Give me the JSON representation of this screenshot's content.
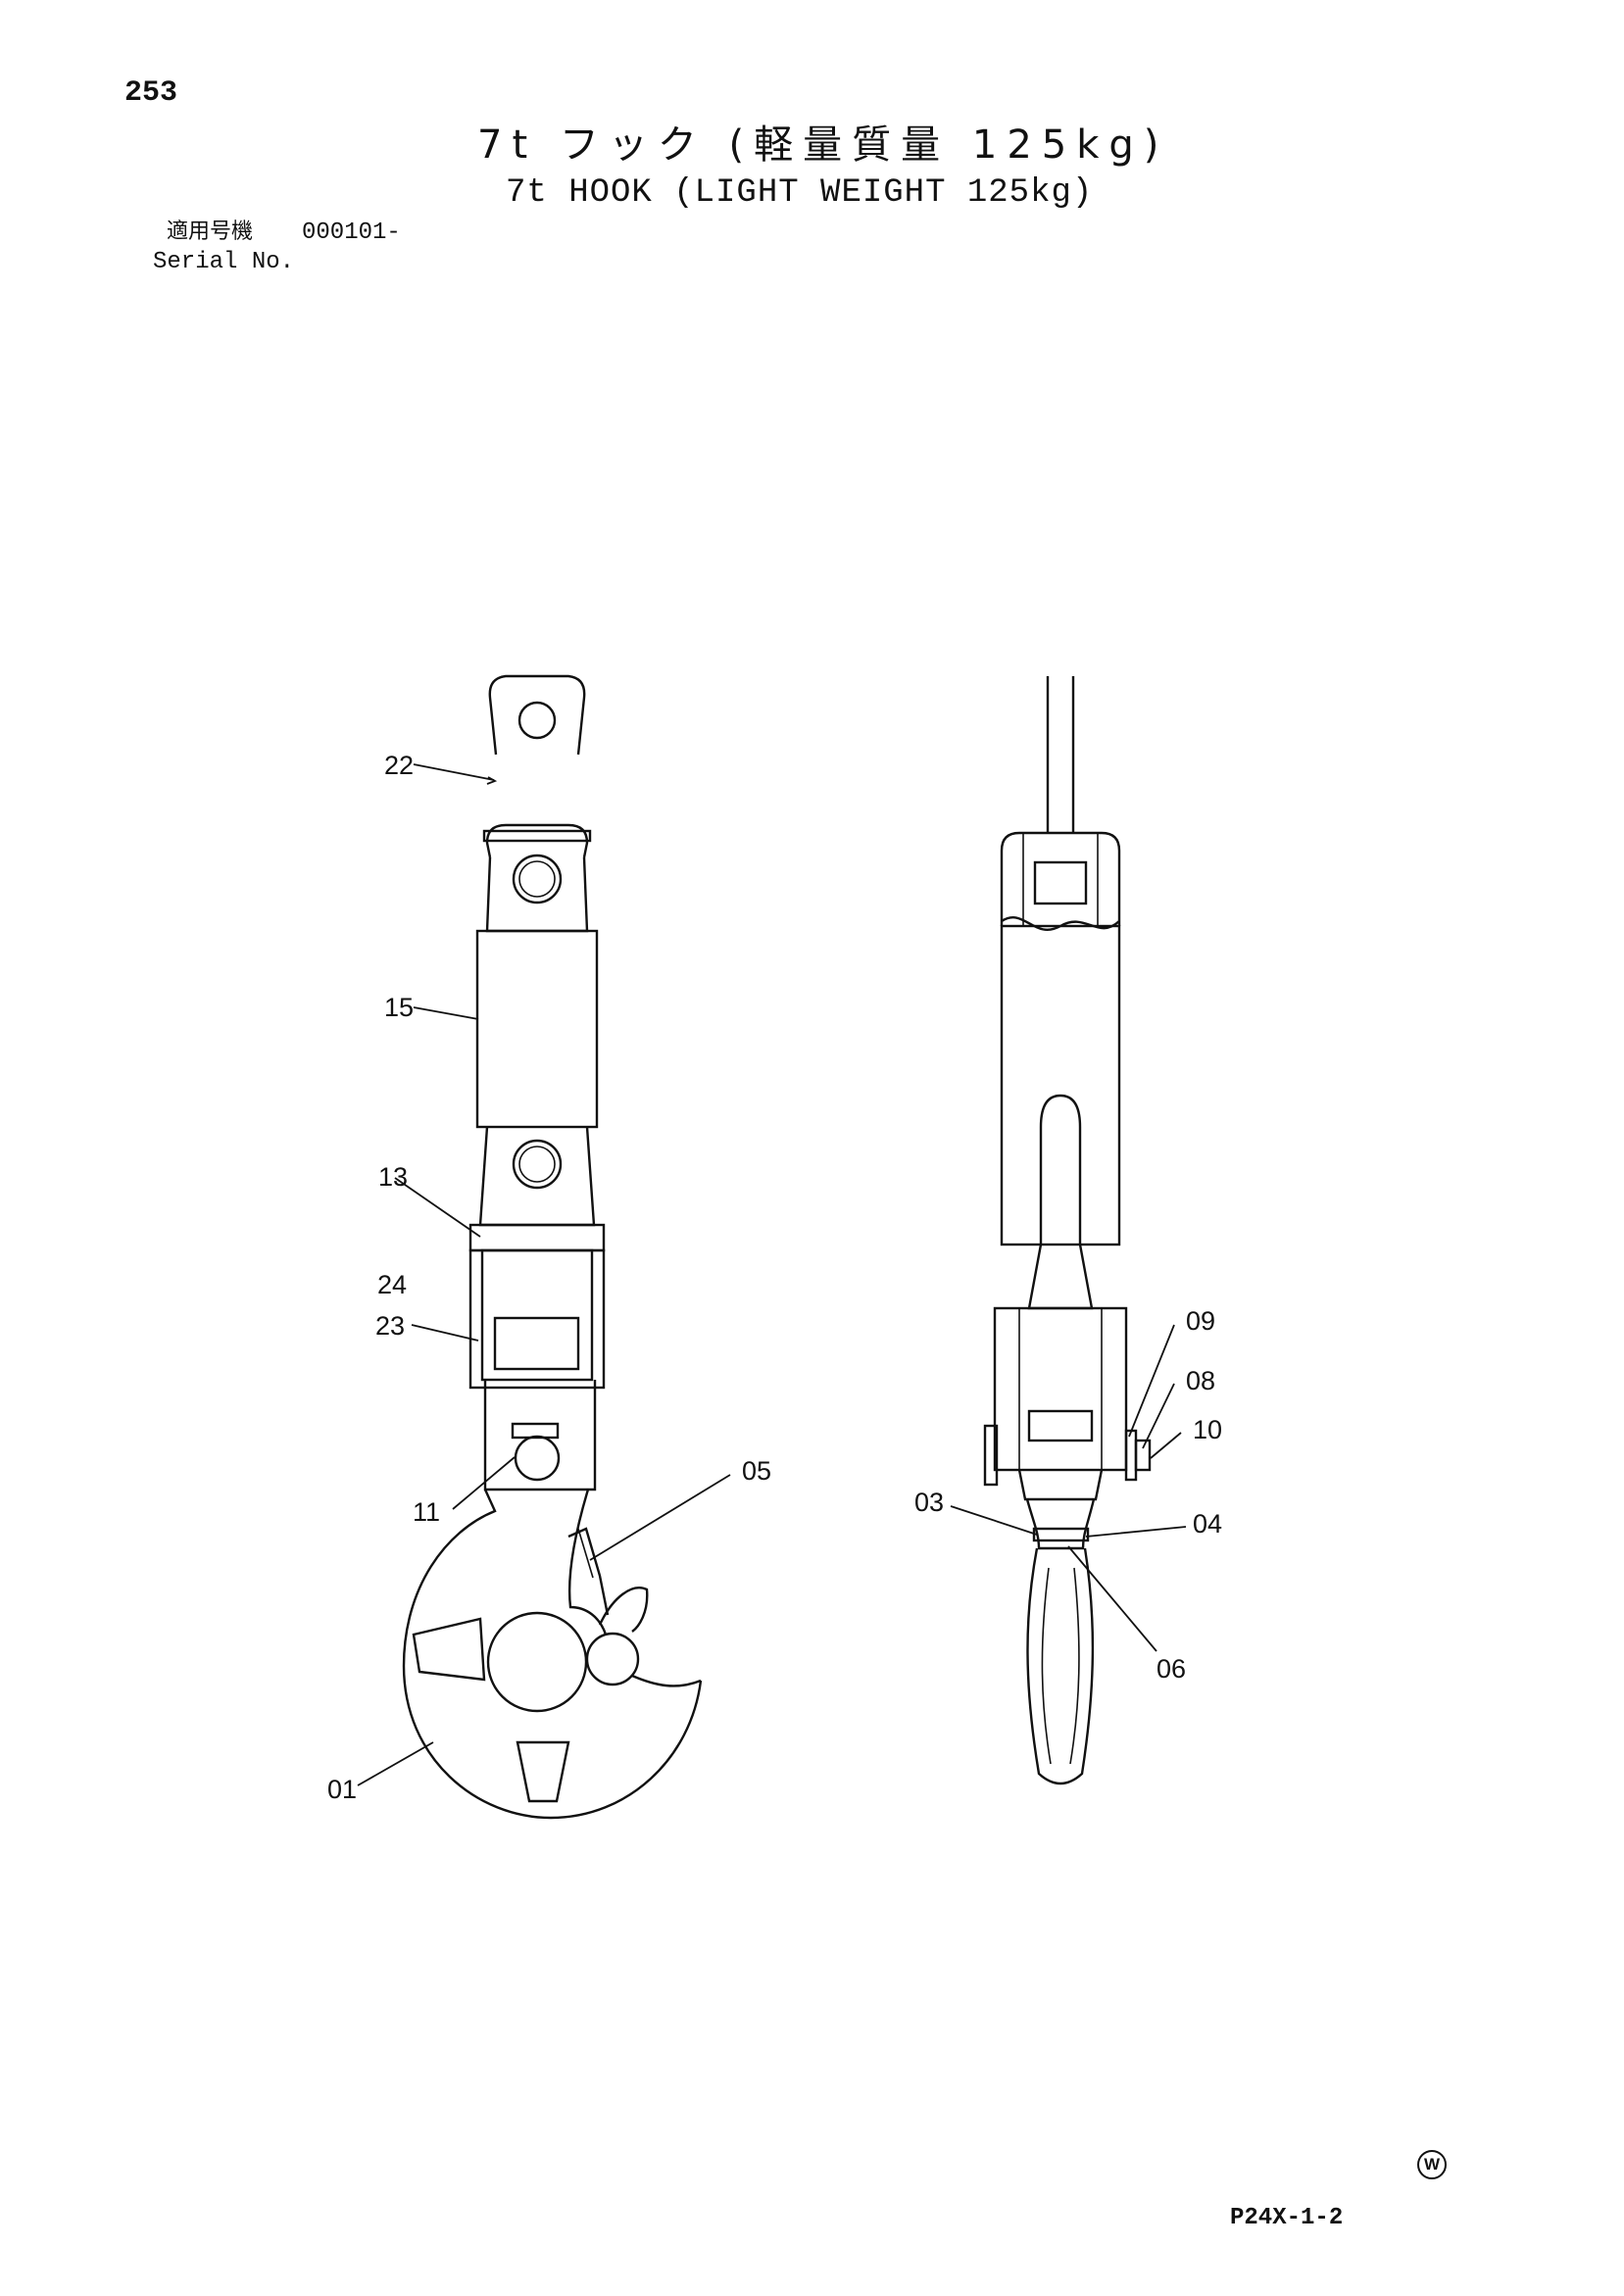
{
  "header": {
    "page_number": "253",
    "title_jp": "7t フック (軽量質量 125kg)",
    "title_en": "7t HOOK (LIGHT WEIGHT 125kg)",
    "serial_label_jp": "適用号機",
    "serial_label_en": "Serial No.",
    "serial_value": "000101-"
  },
  "callouts": {
    "c22": "22",
    "c15": "15",
    "c13": "13",
    "c24": "24",
    "c23": "23",
    "c11": "11",
    "c05": "05",
    "c01": "01",
    "c09": "09",
    "c08": "08",
    "c10": "10",
    "c03": "03",
    "c04": "04",
    "c06": "06"
  },
  "footer": {
    "maker_mark": "W",
    "drawing_code": "P24X-1-2"
  }
}
